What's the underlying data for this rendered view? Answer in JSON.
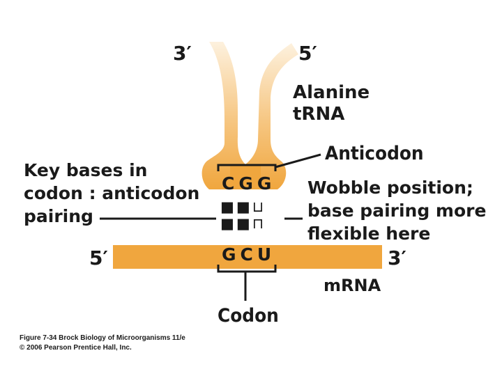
{
  "colors": {
    "trna": "#f0a63e",
    "trna_light": "#fbe7c8",
    "mrna": "#f0a63e",
    "text": "#1a1a1a",
    "bases": "#1a1a1a"
  },
  "trna": {
    "end3": "3′",
    "end5": "5′",
    "name_line1": "Alanine",
    "name_line2": "tRNA"
  },
  "anticodon": {
    "label": "Anticodon",
    "bases": [
      "C",
      "G",
      "G"
    ]
  },
  "codon": {
    "label": "Codon",
    "bases": [
      "G",
      "C",
      "U"
    ]
  },
  "mrna": {
    "end5": "5′",
    "end3": "3′",
    "name": "mRNA"
  },
  "key_bases": {
    "line1": "Key bases in",
    "line2": "codon : anticodon",
    "line3": "pairing"
  },
  "wobble": {
    "line1": "Wobble position;",
    "line2": "base pairing more",
    "line3": "flexible here"
  },
  "pairing_symbols": {
    "top": [
      "■",
      "■",
      "⊔"
    ],
    "bottom": [
      "■",
      "■",
      "⊓"
    ]
  },
  "caption": {
    "line1": "Figure 7-34  Brock Biology of Microorganisms 11/e",
    "line2": "© 2006 Pearson Prentice Hall, Inc."
  }
}
